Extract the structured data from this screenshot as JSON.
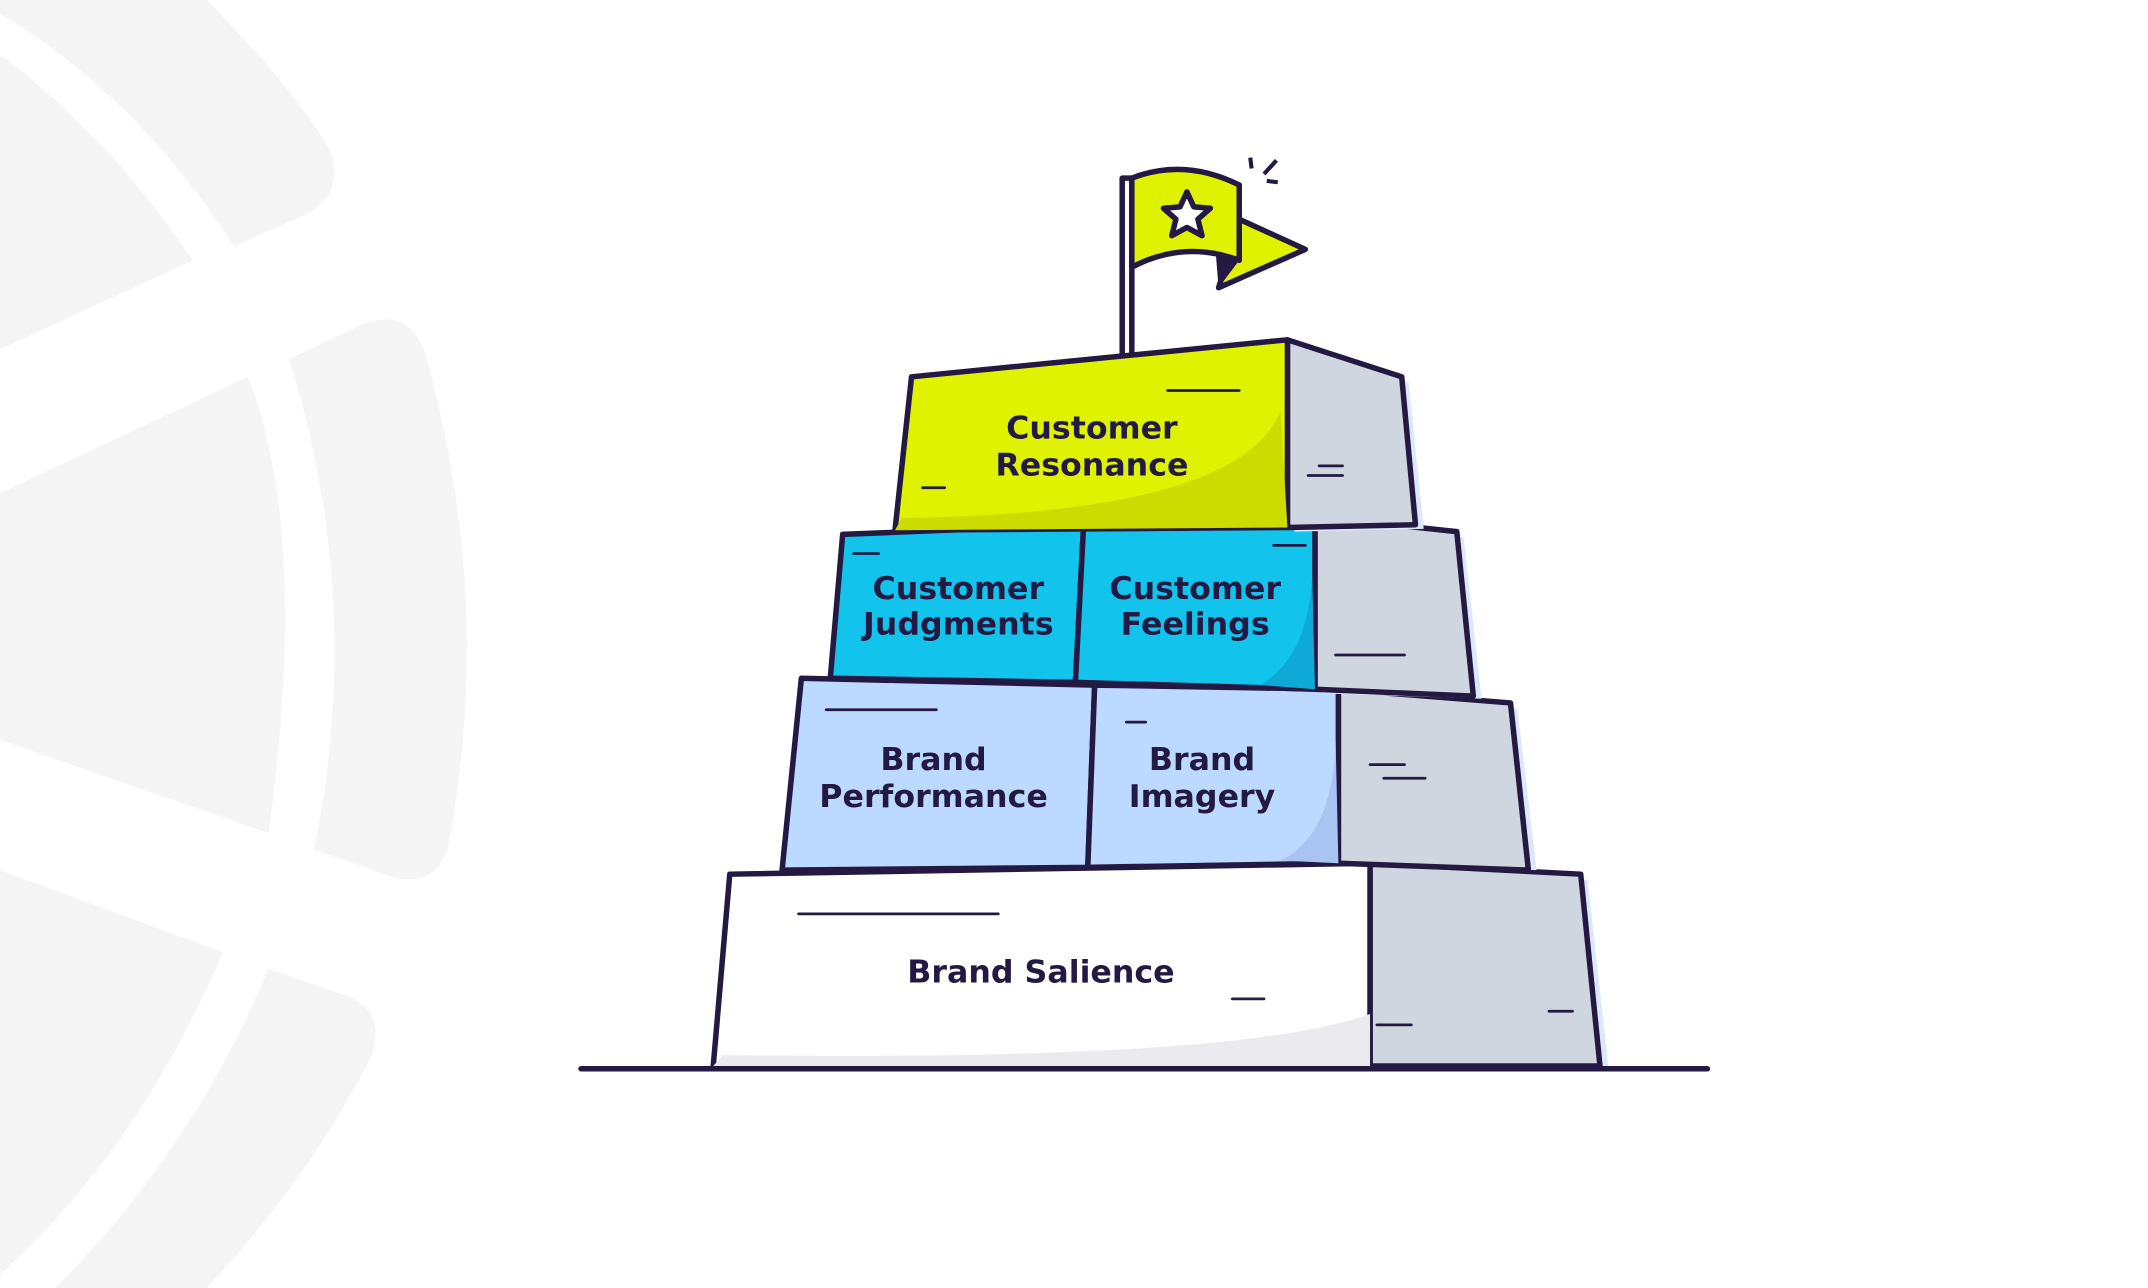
{
  "title": "Brand Pyramid",
  "colors": {
    "outline": "#231942",
    "resonance": "#dff200",
    "judgments_feelings": "#12c3ec",
    "performance_imagery": "#bcd9ff",
    "salience": "#ffffff",
    "side": "#d0d6e0",
    "background_shape": "#f5f5f5"
  },
  "tiers": {
    "resonance": [
      "Customer",
      "Resonance"
    ],
    "judgments": [
      "Customer",
      "Judgments"
    ],
    "feelings": [
      "Customer",
      "Feelings"
    ],
    "performance": [
      "Brand",
      "Performance"
    ],
    "imagery": [
      "Brand",
      "Imagery"
    ],
    "salience": [
      "Brand Salience"
    ]
  },
  "icons": {
    "flag": "flag-with-star-icon",
    "background": "decorative-circle-segments"
  }
}
